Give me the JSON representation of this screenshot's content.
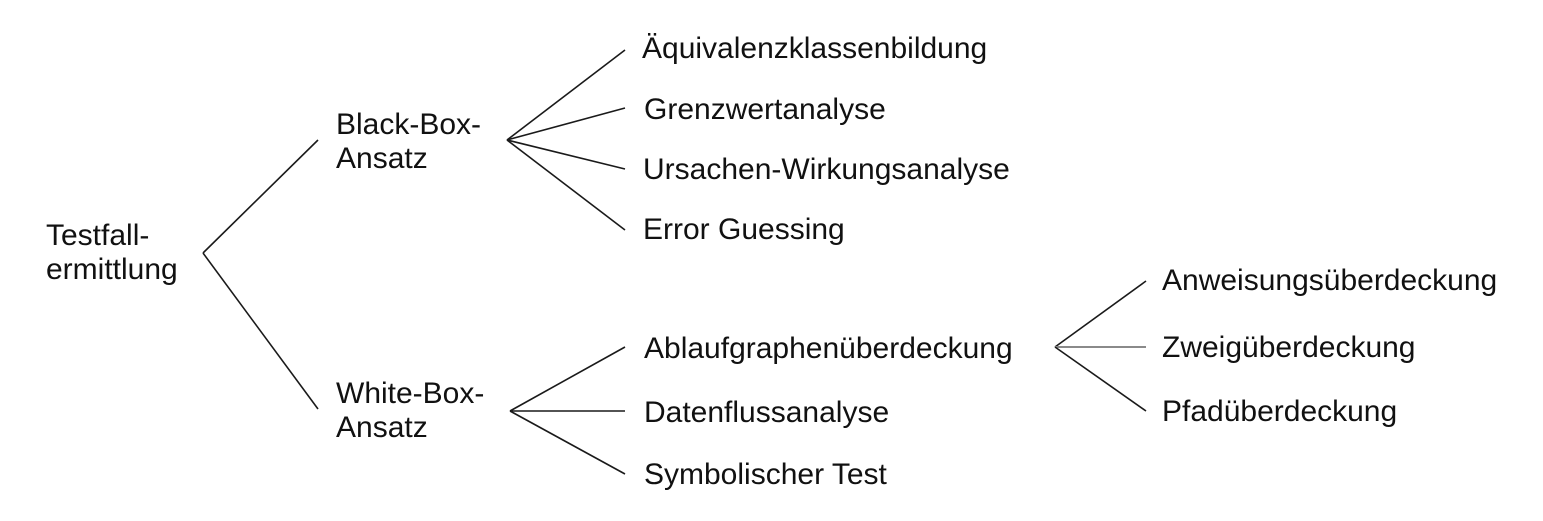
{
  "root": {
    "line1": "Testfall-",
    "line2": "ermittlung"
  },
  "black_box": {
    "line1": "Black-Box-",
    "line2": "Ansatz",
    "techniques": [
      "Äquivalenzklassenbildung",
      "Grenzwertanalyse",
      "Ursachen-Wirkungsanalyse",
      "Error Guessing"
    ]
  },
  "white_box": {
    "line1": "White-Box-",
    "line2": "Ansatz",
    "techniques": [
      "Ablaufgraphenüberdeckung",
      "Datenflussanalyse",
      "Symbolischer Test"
    ]
  },
  "ablaufgraph": {
    "children": [
      "Anweisungsüberdeckung",
      "Zweigüberdeckung",
      "Pfadüberdeckung"
    ]
  }
}
